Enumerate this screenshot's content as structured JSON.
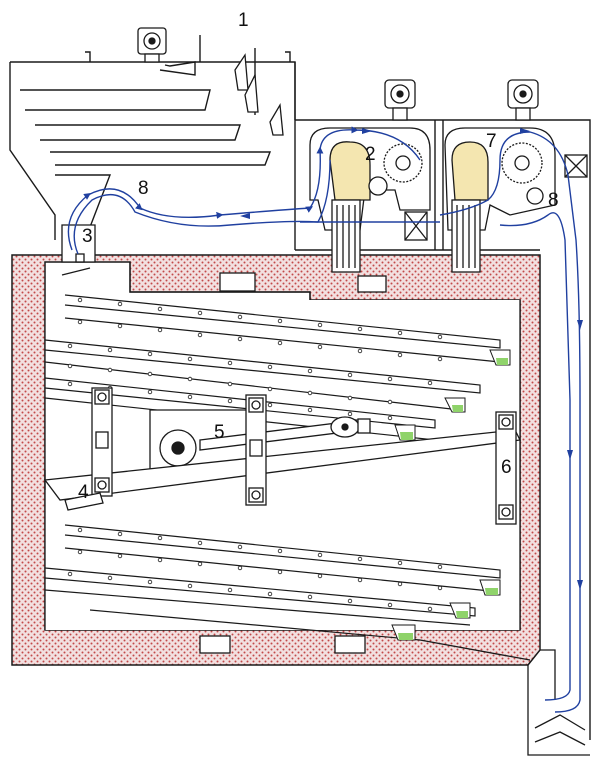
{
  "diagram": {
    "colors": {
      "line": "#1a1a1a",
      "airflow": "#2040a0",
      "insulation_fill": "#f2e0e0",
      "insulation_dot": "#c24a4a",
      "roll_fill": "#f4e6b0",
      "fine_fraction": "#8fd36a"
    },
    "labels": {
      "hopper": "1",
      "crusher_left": "2",
      "feeder": "3",
      "drive_left": "4",
      "drive_shaft": "5",
      "drive_right": "6",
      "crusher_right": "7",
      "pipe_left": "8",
      "pipe_right": "8"
    },
    "icons": {
      "motor": "motor-icon",
      "crusher": "crusher-roll-icon",
      "sprocket": "sprocket-icon"
    }
  }
}
